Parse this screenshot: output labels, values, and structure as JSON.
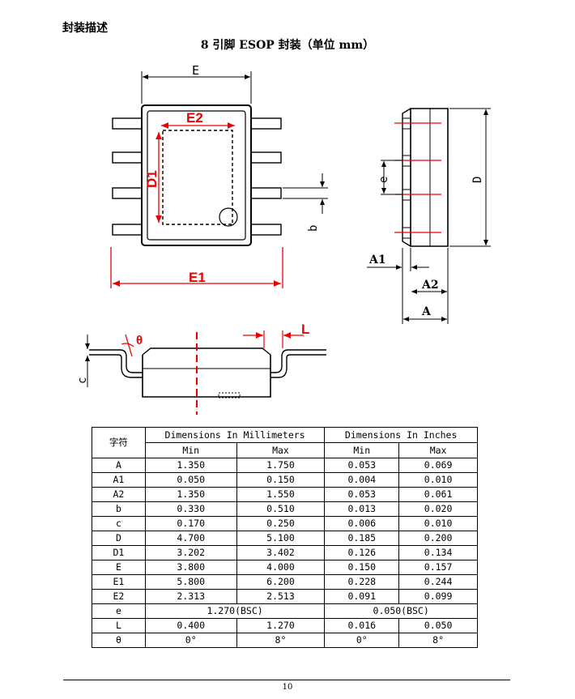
{
  "section_title": "封装描述",
  "package_title": "8 引脚 ESOP 封装（单位 mm）",
  "drawing_labels": {
    "E": "E",
    "E2": "E2",
    "D1": "D1",
    "E1": "E1",
    "b": "b",
    "e": "e",
    "D": "D",
    "A1": "A1",
    "A2": "A2",
    "A": "A",
    "theta": "θ",
    "L": "L",
    "c": "c"
  },
  "table": {
    "corner": "字符",
    "group_mm": "Dimensions In Millimeters",
    "group_in": "Dimensions In Inches",
    "min": "Min",
    "max": "Max",
    "rows": [
      [
        "A",
        "1.350",
        "1.750",
        "0.053",
        "0.069"
      ],
      [
        "A1",
        "0.050",
        "0.150",
        "0.004",
        "0.010"
      ],
      [
        "A2",
        "1.350",
        "1.550",
        "0.053",
        "0.061"
      ],
      [
        "b",
        "0.330",
        "0.510",
        "0.013",
        "0.020"
      ],
      [
        "c",
        "0.170",
        "0.250",
        "0.006",
        "0.010"
      ],
      [
        "D",
        "4.700",
        "5.100",
        "0.185",
        "0.200"
      ],
      [
        "D1",
        "3.202",
        "3.402",
        "0.126",
        "0.134"
      ],
      [
        "E",
        "3.800",
        "4.000",
        "0.150",
        "0.157"
      ],
      [
        "E1",
        "5.800",
        "6.200",
        "0.228",
        "0.244"
      ],
      [
        "E2",
        "2.313",
        "2.513",
        "0.091",
        "0.099"
      ]
    ],
    "e_row": [
      "e",
      "1.270(BSC)",
      "0.050(BSC)"
    ],
    "tail_rows": [
      [
        "L",
        "0.400",
        "1.270",
        "0.016",
        "0.050"
      ],
      [
        "θ",
        "0°",
        "8°",
        "0°",
        "8°"
      ]
    ]
  },
  "page_number": "10"
}
